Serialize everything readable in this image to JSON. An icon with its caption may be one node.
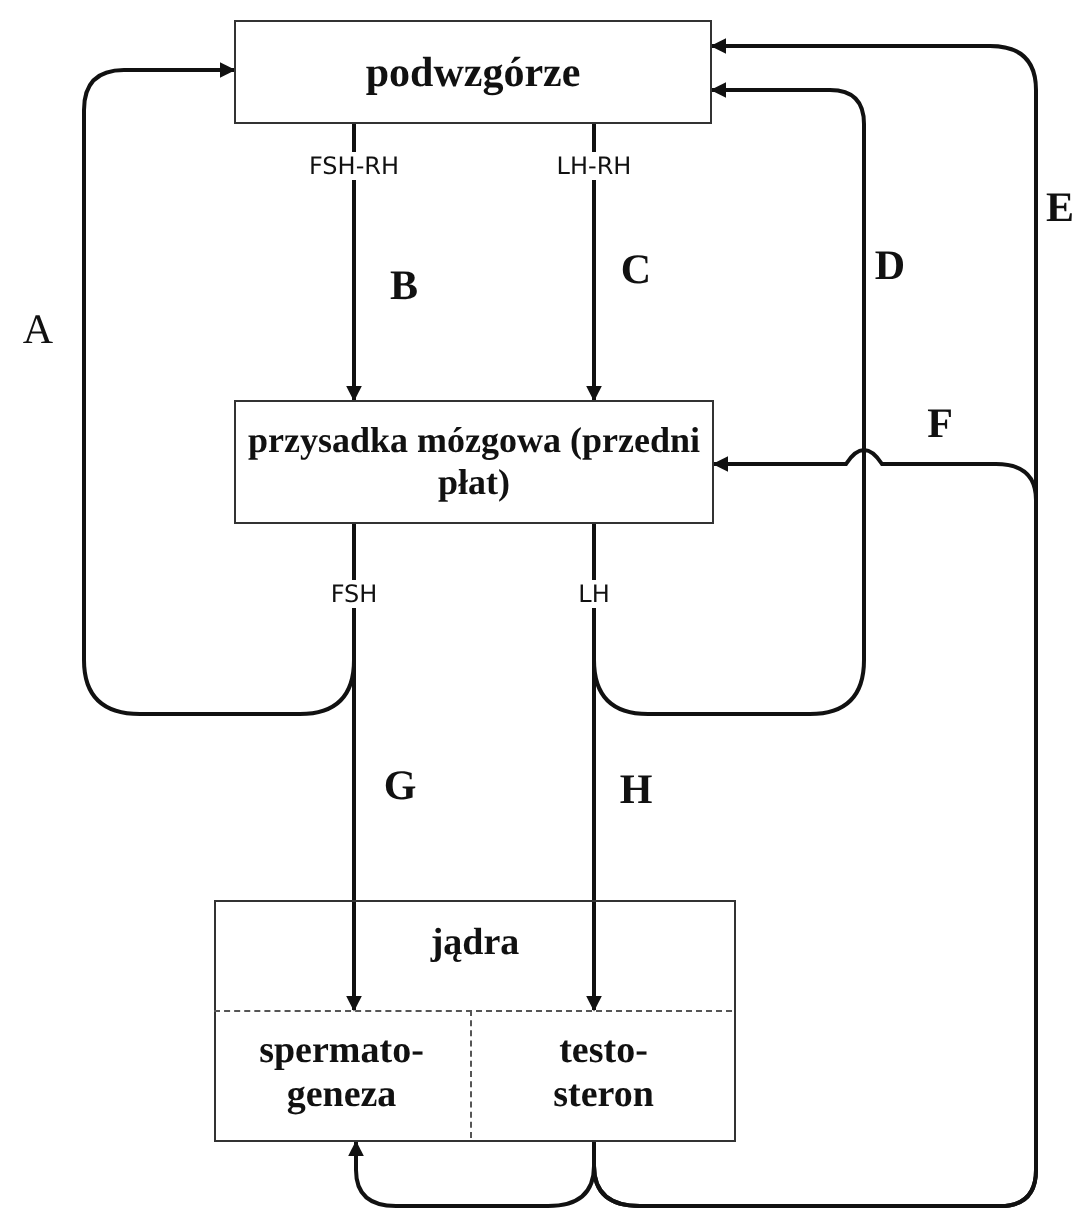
{
  "diagram": {
    "nodes": [
      {
        "text": [
          "podwzgórze"
        ]
      },
      {
        "text": [
          "przysadka mózgowa (przedni płat)"
        ]
      },
      {
        "text": [
          "jądra"
        ]
      },
      {
        "text": [
          "spermato- geneza"
        ],
        "in": 2
      },
      {
        "text": [
          "testo- steron"
        ],
        "in": 2
      }
    ],
    "edges": [
      {
        "from": 0,
        "to": 1,
        "arrow": "to",
        "label": "FSH-RH"
      },
      {
        "from": 0,
        "to": 1,
        "arrow": "to",
        "label": "LH-RH"
      },
      {
        "from": 1,
        "to": 3,
        "arrow": "to",
        "label": "FSH"
      },
      {
        "from": 1,
        "to": 4,
        "arrow": "to",
        "label": "LH"
      },
      {
        "from": 1,
        "to": 0,
        "arrow": "to"
      },
      {
        "from": 1,
        "to": 0,
        "arrow": "to"
      },
      {
        "from": 4,
        "to": 0,
        "arrow": "to"
      },
      {
        "from": 4,
        "to": 1,
        "arrow": "to"
      },
      {
        "from": 4,
        "to": 3,
        "arrow": "to"
      }
    ],
    "labels": [
      "A",
      "B",
      "C",
      "D",
      "E",
      "F",
      "G",
      "H"
    ]
  }
}
